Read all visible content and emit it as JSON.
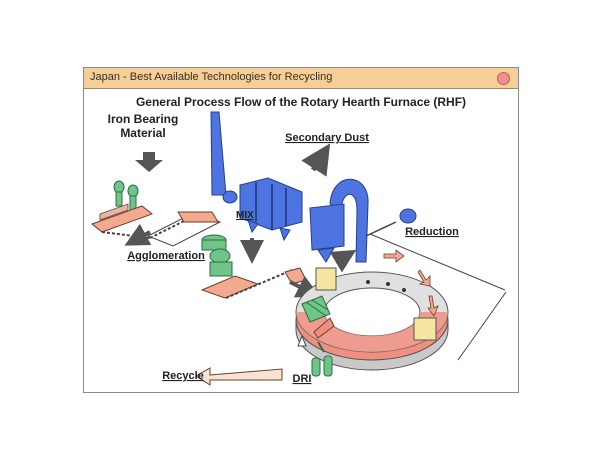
{
  "window": {
    "title": "Japan - Best Available Technologies for Recycling"
  },
  "diagram": {
    "title": "General Process Flow of the Rotary Hearth Furnace (RHF)",
    "labels": {
      "iron_bearing_1": "Iron Bearing",
      "iron_bearing_2": "Material",
      "secondary_dust": "Secondary Dust",
      "mix": "MIX",
      "reduction": "Reduction",
      "agglomeration": "Agglomeration",
      "recycle": "Recycle",
      "dri": "DRI"
    }
  },
  "colors": {
    "titlebar": "#f6ce97",
    "equipment_blue": "#4d74e0",
    "pipe_green": "#6fc48a",
    "conveyor_salmon": "#f3a98e",
    "hearth_red": "#ef8f80",
    "arrow_grey": "#555555"
  }
}
